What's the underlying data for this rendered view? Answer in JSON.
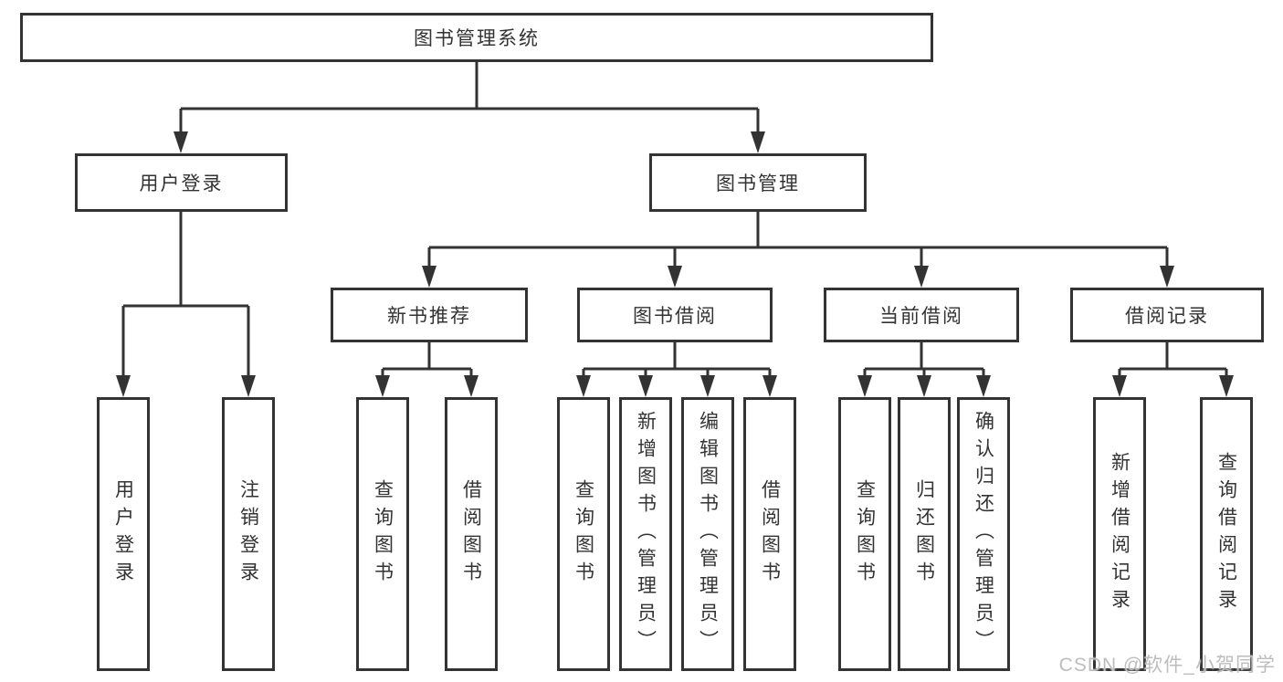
{
  "tree": {
    "label": "图书管理系统",
    "children": [
      {
        "label": "用户登录",
        "children": [
          {
            "label": "用户登录"
          },
          {
            "label": "注销登录"
          }
        ]
      },
      {
        "label": "图书管理",
        "children": [
          {
            "label": "新书推荐",
            "children": [
              {
                "label": "查询图书"
              },
              {
                "label": "借阅图书"
              }
            ]
          },
          {
            "label": "图书借阅",
            "children": [
              {
                "label": "查询图书"
              },
              {
                "label": "新增图书（管理员）"
              },
              {
                "label": "编辑图书（管理员）"
              },
              {
                "label": "借阅图书"
              }
            ]
          },
          {
            "label": "当前借阅",
            "children": [
              {
                "label": "查询图书"
              },
              {
                "label": "归还图书"
              },
              {
                "label": "确认归还（管理员）"
              }
            ]
          },
          {
            "label": "借阅记录",
            "children": [
              {
                "label": "新增借阅记录"
              },
              {
                "label": "查询借阅记录"
              }
            ]
          }
        ]
      }
    ]
  },
  "watermark": {
    "text": "CSDN @软件_小贺同学"
  },
  "colors": {
    "line": "#333333",
    "box_border": "#333333",
    "text": "#333333",
    "background": "#ffffff",
    "watermark": "#bdbdbd"
  }
}
